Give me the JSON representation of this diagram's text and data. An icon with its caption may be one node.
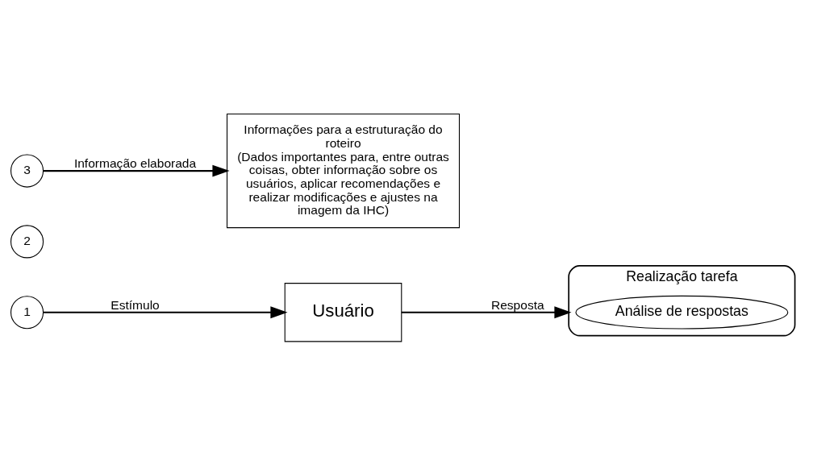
{
  "diagram": {
    "nodes": [
      {
        "text": [
          "Realização tarefa"
        ]
      },
      {
        "text": [
          "Análise de respostas"
        ],
        "in": 0
      },
      {
        "text": [
          "1"
        ]
      },
      {
        "text": [
          "Usuário"
        ]
      },
      {
        "text": [
          "2"
        ]
      },
      {
        "text": [
          "3"
        ]
      },
      {
        "text": [
          "Informações para a estruturação do roteiro",
          "(Dados importantes para, entre outras coisas, obter informação sobre os usuários, aplicar recomendações e realizar modificações e ajustes na imagem da IHC)"
        ]
      }
    ],
    "edges": [
      {
        "from": 2,
        "to": 3,
        "arrow": "to",
        "label": "Estímulo"
      },
      {
        "from": 3,
        "to": 0,
        "arrow": "to",
        "label": "Resposta"
      },
      {
        "from": 5,
        "to": 6,
        "arrow": "to",
        "label": "Informação elaborada"
      }
    ]
  }
}
